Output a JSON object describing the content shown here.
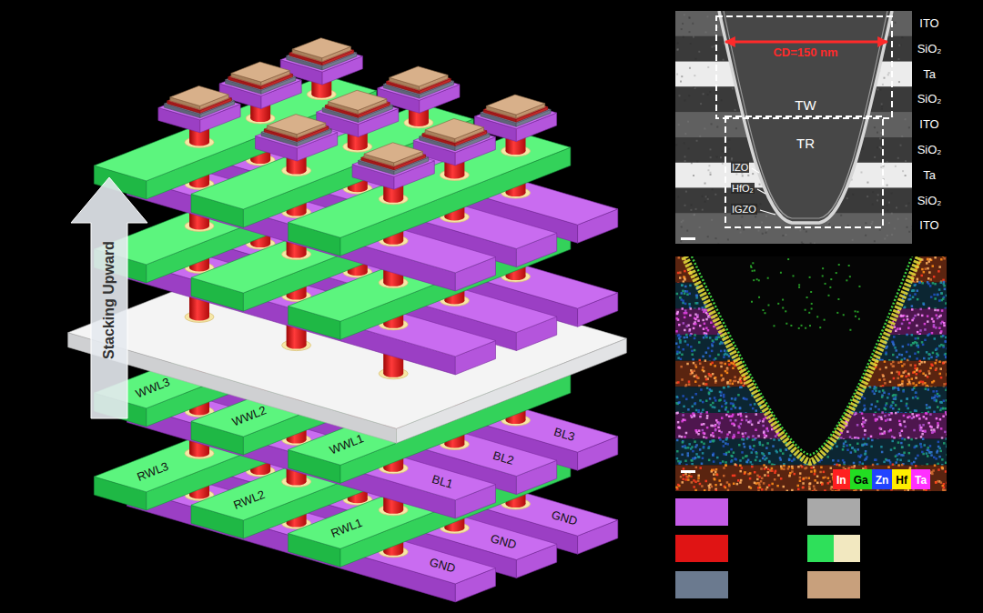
{
  "diagram": {
    "labels": [
      "Stacking Upward",
      "WWL3",
      "WWL2",
      "WWL1",
      "BL3",
      "BL2",
      "BL1",
      "RWL3",
      "RWL2",
      "RWL1",
      "GND",
      "GND",
      "GND",
      "CD=150 nm",
      "ITO",
      "SiO₂",
      "Ta",
      "SiO₂",
      "ITO",
      "SiO₂",
      "Ta",
      "SiO₂",
      "ITO",
      "TW",
      "TR",
      "IZO",
      "HfO₂",
      "IGZO"
    ],
    "legend": [
      {
        "text": "In",
        "color": "#ff2020"
      },
      {
        "text": "Ga",
        "color": "#22dd22"
      },
      {
        "text": "Zn",
        "color": "#2244ff"
      },
      {
        "text": "Hf",
        "color": "#ffee00"
      },
      {
        "text": "Ta",
        "color": "#ff30ff"
      }
    ]
  }
}
